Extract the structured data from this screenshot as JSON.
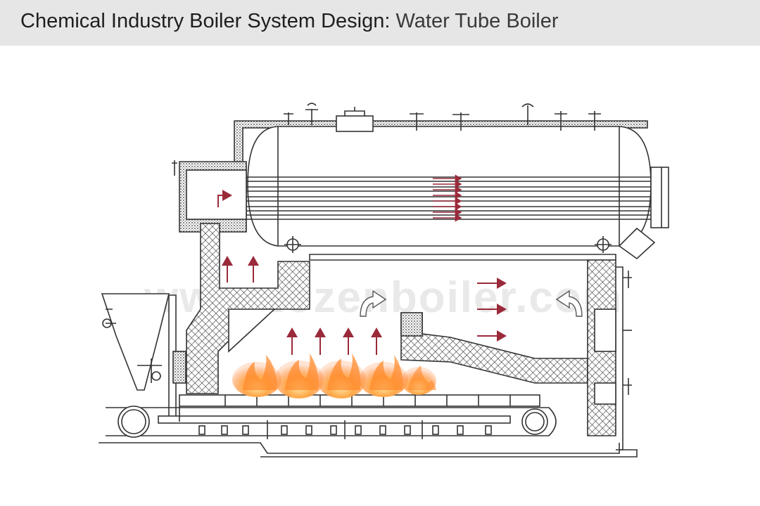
{
  "header": {
    "title": "Chemical Industry Boiler System Design",
    "separator": ":",
    "subtitle": "Water Tube Boiler"
  },
  "watermark": "www.zozenboiler.com",
  "colors": {
    "header_bg": "#e6e6e6",
    "line": "#333333",
    "arrow": "#9a2a3a",
    "flame_outer": "#ff9a3c",
    "flame_inner": "#ffd27a"
  }
}
